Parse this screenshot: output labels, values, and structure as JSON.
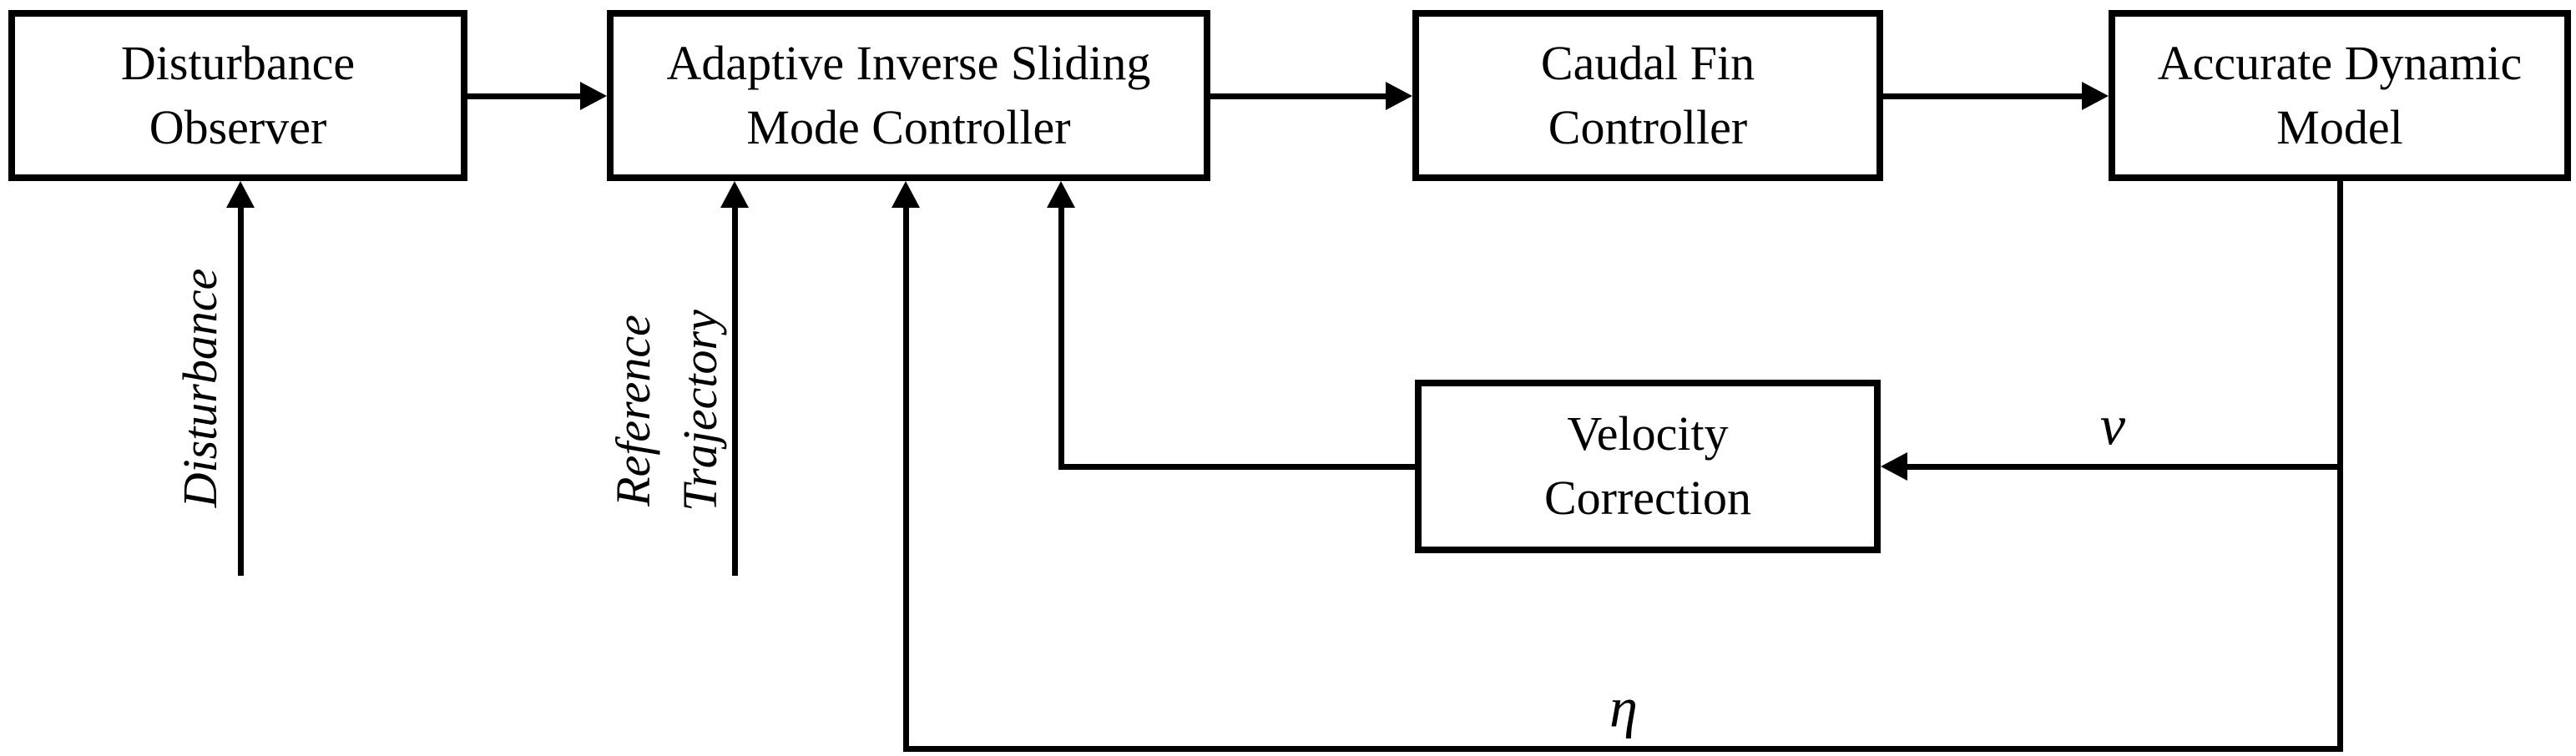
{
  "diagram": {
    "type": "block-diagram",
    "colors": {
      "ink": "#000000",
      "background": "#ffffff"
    },
    "boxes": [
      {
        "id": "disturbance-observer",
        "label": "Disturbance\nObserver"
      },
      {
        "id": "adaptive-inverse-sliding-mode-controller",
        "label": "Adaptive Inverse Sliding\nMode Controller"
      },
      {
        "id": "caudal-fin-controller",
        "label": "Caudal Fin\nController"
      },
      {
        "id": "accurate-dynamic-model",
        "label": "Accurate Dynamic\nModel"
      },
      {
        "id": "velocity-correction",
        "label": "Velocity\nCorrection"
      }
    ],
    "signals": {
      "disturbance": "Disturbance",
      "reference_trajectory": "Reference\nTrajectory",
      "velocity": "v",
      "eta": "η"
    },
    "edges": [
      {
        "from": "Disturbance (external input)",
        "to": "Disturbance Observer",
        "label": "Disturbance"
      },
      {
        "from": "Reference Trajectory (external input)",
        "to": "Adaptive Inverse Sliding Mode Controller",
        "label": "Reference Trajectory"
      },
      {
        "from": "Disturbance Observer",
        "to": "Adaptive Inverse Sliding Mode Controller",
        "label": ""
      },
      {
        "from": "Adaptive Inverse Sliding Mode Controller",
        "to": "Caudal Fin Controller",
        "label": ""
      },
      {
        "from": "Caudal Fin Controller",
        "to": "Accurate Dynamic Model",
        "label": ""
      },
      {
        "from": "Accurate Dynamic Model",
        "to": "Velocity Correction",
        "label": "v"
      },
      {
        "from": "Velocity Correction",
        "to": "Adaptive Inverse Sliding Mode Controller",
        "label": ""
      },
      {
        "from": "Accurate Dynamic Model",
        "to": "Adaptive Inverse Sliding Mode Controller",
        "label": "η"
      }
    ]
  }
}
